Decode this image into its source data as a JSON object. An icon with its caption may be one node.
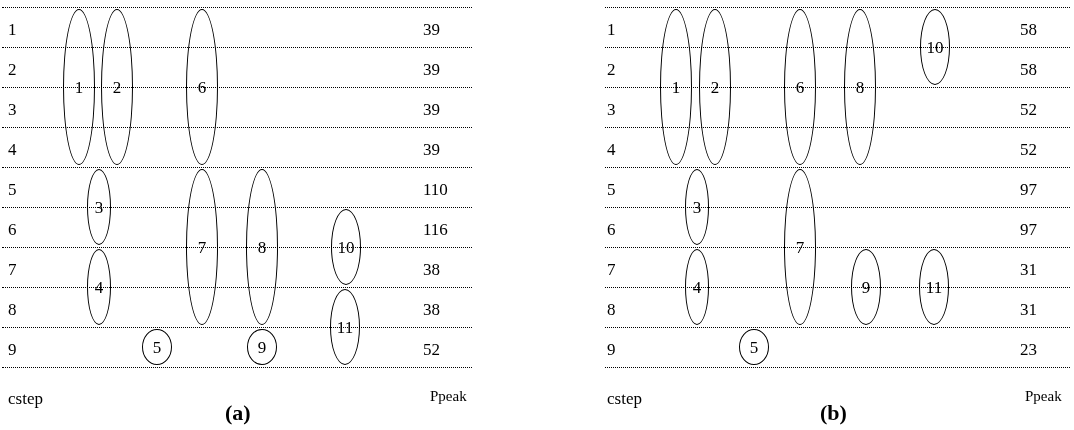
{
  "diagram": {
    "nodes": [
      {
        "text": [
          "1"
        ]
      },
      {
        "text": [
          "2"
        ]
      },
      {
        "text": [
          "3"
        ]
      },
      {
        "text": [
          "4"
        ]
      },
      {
        "text": [
          "5"
        ]
      },
      {
        "text": [
          "6"
        ]
      },
      {
        "text": [
          "7"
        ]
      },
      {
        "text": [
          "8"
        ]
      },
      {
        "text": [
          "9"
        ]
      },
      {
        "text": [
          "10"
        ]
      },
      {
        "text": [
          "11"
        ]
      },
      {
        "text": [
          "1"
        ]
      },
      {
        "text": [
          "2"
        ]
      },
      {
        "text": [
          "3"
        ]
      },
      {
        "text": [
          "4"
        ]
      },
      {
        "text": [
          "5"
        ]
      },
      {
        "text": [
          "6"
        ]
      },
      {
        "text": [
          "7"
        ]
      },
      {
        "text": [
          "8"
        ]
      },
      {
        "text": [
          "9"
        ]
      },
      {
        "text": [
          "10"
        ]
      },
      {
        "text": [
          "11"
        ]
      }
    ],
    "labels": [
      "1",
      "39",
      "2",
      "39",
      "3",
      "39",
      "4",
      "39",
      "5",
      "110",
      "6",
      "116",
      "7",
      "38",
      "8",
      "38",
      "9",
      "52",
      "cstep",
      "Ppeak",
      "(a)",
      "1",
      "58",
      "2",
      "58",
      "3",
      "52",
      "4",
      "52",
      "5",
      "97",
      "6",
      "97",
      "7",
      "31",
      "8",
      "31",
      "9",
      "23",
      "cstep",
      "Ppeak",
      "(b)"
    ]
  }
}
